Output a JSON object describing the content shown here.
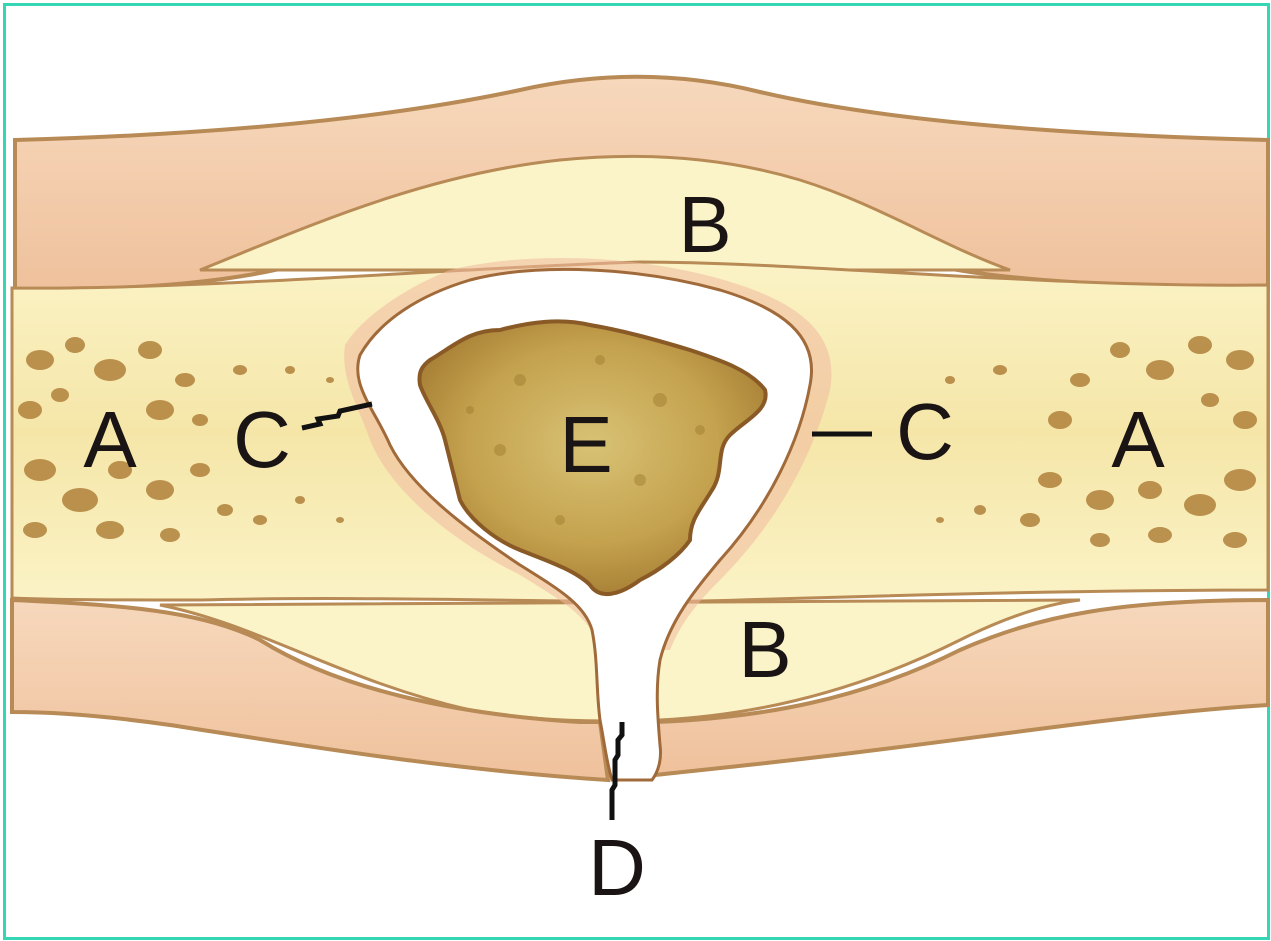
{
  "labels": {
    "a_left": "A",
    "a_right": "A",
    "b_top": "B",
    "b_bottom": "B",
    "c_left": "C",
    "c_right": "C",
    "d": "D",
    "e": "E"
  },
  "colors": {
    "frame_border": "#35d6b4",
    "soft_tissue": "#f3c9a8",
    "soft_tissue_outline": "#b88a55",
    "cortical_bone": "#fbf2c2",
    "spongy_bone_fill": "#f6e9b0",
    "trabecular_spots": "#b0813b",
    "sequestrum": "#c0a04a",
    "sequestrum_outline": "#8a5a26",
    "cavity": "#ffffff",
    "label_text": "#1a1414"
  }
}
